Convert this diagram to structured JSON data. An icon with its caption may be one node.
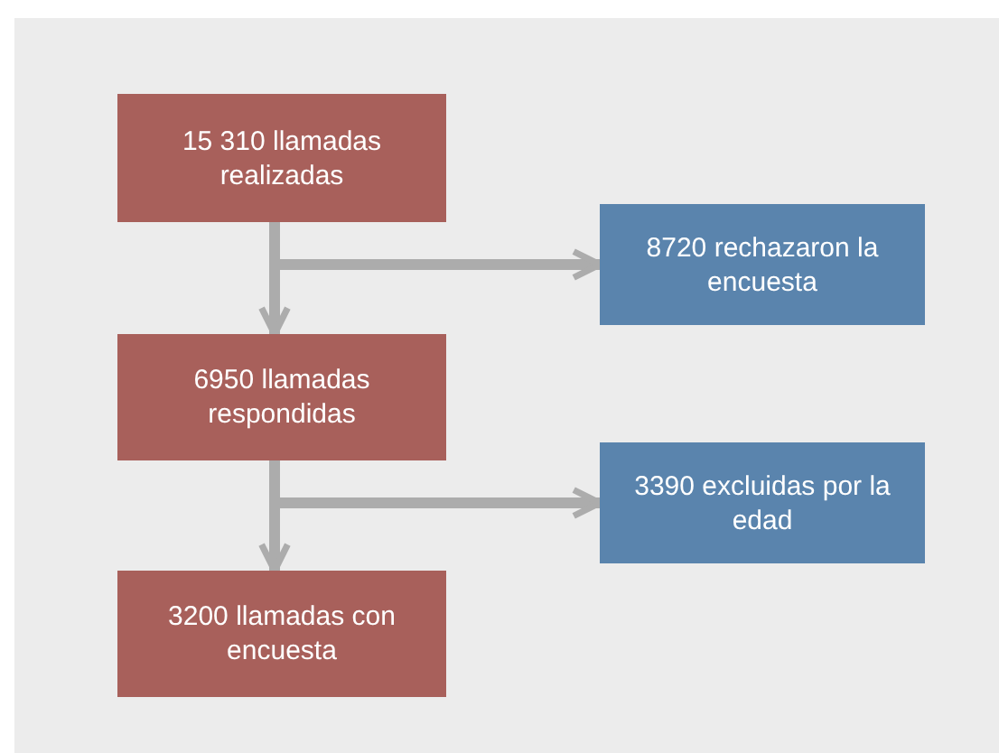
{
  "diagram": {
    "nodes": [
      {
        "text": [
          "15 310 llamadas realizadas"
        ]
      },
      {
        "text": [
          "8720 rechazaron la encuesta"
        ]
      },
      {
        "text": [
          "6950 llamadas respondidas"
        ]
      },
      {
        "text": [
          "3390 excluidas por la edad"
        ]
      },
      {
        "text": [
          "3200 llamadas con encuesta"
        ]
      }
    ],
    "edges": [
      {
        "from": 0,
        "to": 1,
        "arrow": "to"
      },
      {
        "from": 0,
        "to": 2,
        "arrow": "to"
      },
      {
        "from": 2,
        "to": 3,
        "arrow": "to"
      },
      {
        "from": 2,
        "to": 4,
        "arrow": "to"
      }
    ]
  }
}
